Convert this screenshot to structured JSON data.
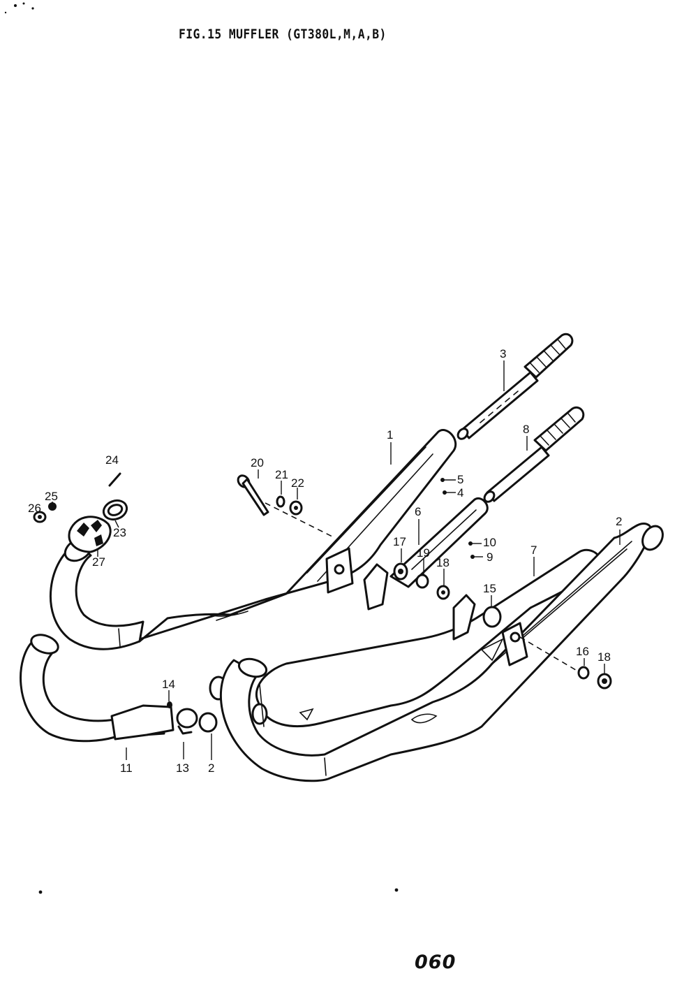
{
  "figure": {
    "title": "FIG.15  MUFFLER (GT380L,M,A,B)",
    "page_number": "060"
  },
  "callouts": [
    "1",
    "2",
    "3",
    "4",
    "5",
    "6",
    "7",
    "8",
    "9",
    "10",
    "11",
    "13",
    "14",
    "15",
    "16",
    "17",
    "18",
    "19",
    "20",
    "21",
    "22",
    "23",
    "24",
    "25",
    "26",
    "27"
  ]
}
